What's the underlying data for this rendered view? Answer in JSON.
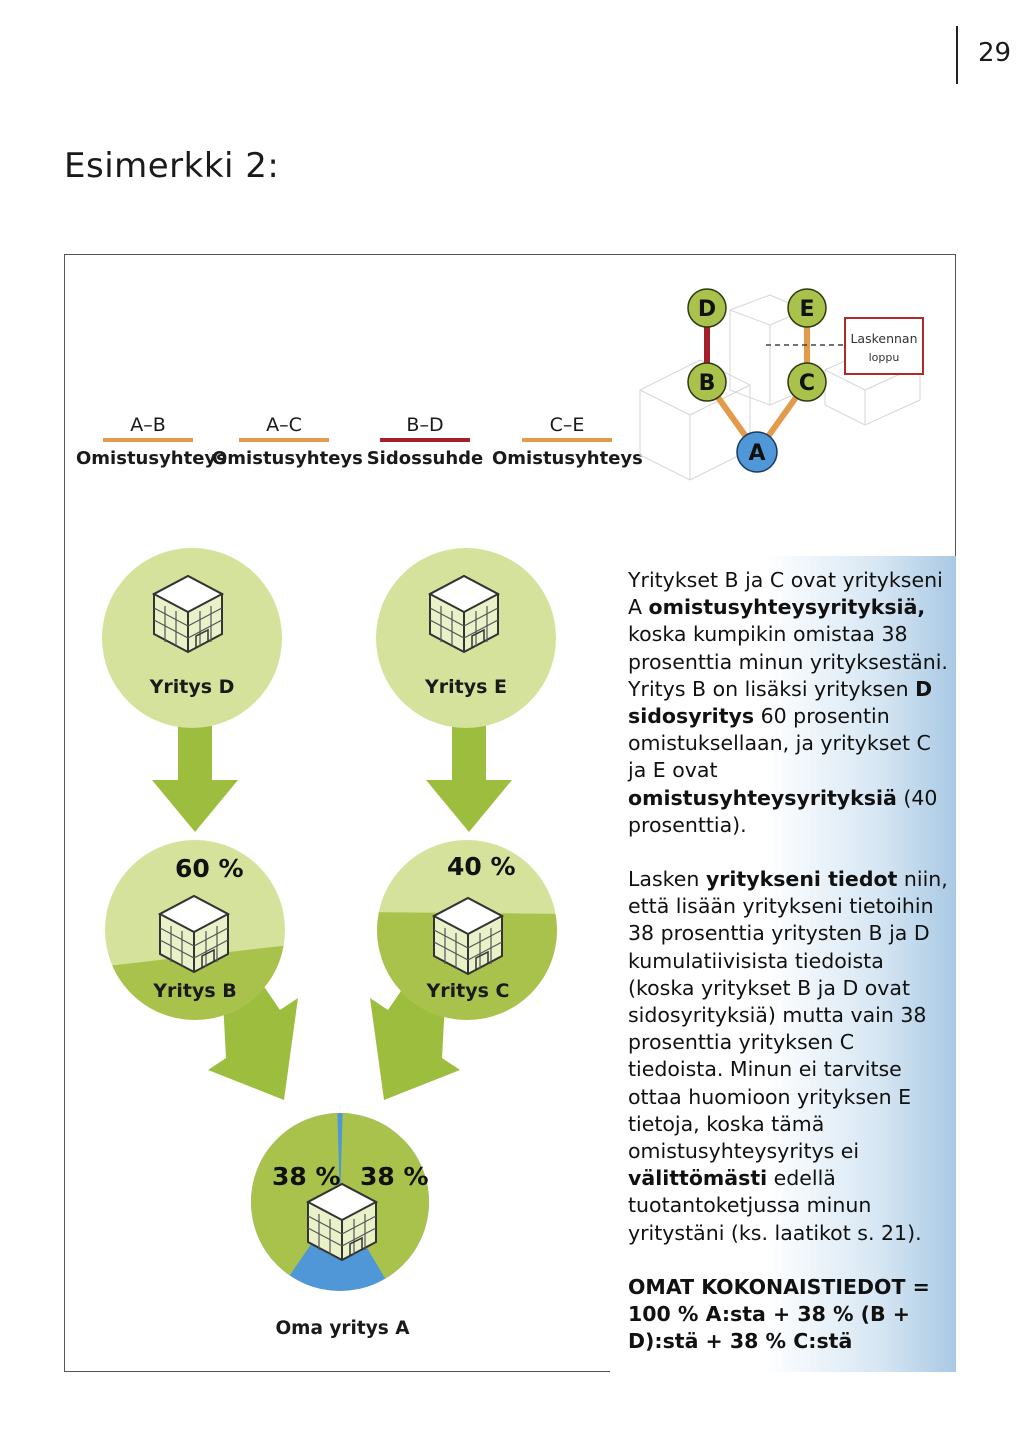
{
  "page_number": "29",
  "example_title": "Esimerkki 2:",
  "legend": [
    {
      "code": "A–B",
      "label": "Omistusyhteys",
      "color": "#e39a4a"
    },
    {
      "code": "A–C",
      "label": "Omistusyhteys",
      "color": "#e39a4a"
    },
    {
      "code": "B–D",
      "label": "Sidossuhde",
      "color": "#a3202a"
    },
    {
      "code": "C–E",
      "label": "Omistusyhteys",
      "color": "#e39a4a"
    }
  ],
  "network": {
    "nodes": {
      "d": "D",
      "e": "E",
      "b": "B",
      "c": "C",
      "a": "A"
    },
    "end_box": {
      "line1": "Laskennan",
      "line2": "loppu"
    }
  },
  "companies": {
    "d": "Yritys D",
    "e": "Yritys E",
    "b": "Yritys B",
    "c": "Yritys C",
    "a": "Oma yritys A"
  },
  "percentages": {
    "b_share": "60 %",
    "c_share": "40 %",
    "a_left": "38 %",
    "a_right": "38 %"
  },
  "text": {
    "p1": [
      {
        "t": "Yritykset B ja C ovat yritykseni A "
      },
      {
        "t": "omistusyhteysyrityksiä,",
        "b": true
      },
      {
        "t": " koska kumpikin omistaa 38 prosenttia minun yrityksestäni. Yritys B on lisäksi yrityksen "
      },
      {
        "t": "D sidosyritys",
        "b": true
      },
      {
        "t": " 60 prosentin omistuksellaan, ja yritykset C ja E ovat "
      },
      {
        "t": "omistusyhteysyrityksiä",
        "b": true
      },
      {
        "t": " (40 prosenttia)."
      }
    ],
    "p2": [
      {
        "t": "Lasken "
      },
      {
        "t": "yritykseni tiedot",
        "b": true
      },
      {
        "t": " niin, että lisään yritykseni tietoihin 38 prosenttia yritysten B ja D kumulatiivisista tiedoista (koska yritykset B ja D ovat sidosyrityksiä) mutta vain 38 prosenttia yrityksen C tiedoista. Minun ei tarvitse ottaa huomioon yrityksen E tietoja, koska tämä omistusyhteysyritys ei "
      },
      {
        "t": "välittömästi",
        "b": true
      },
      {
        "t": " edellä tuotantoketjussa minun yritystäni (ks. laatikot s. 21)."
      }
    ],
    "p3": "OMAT KOKONAISTIEDOT = 100 % A:sta + 38 % (B + D):stä + 38 % C:stä"
  },
  "colors": {
    "light_green": "#d4e29b",
    "mid_green": "#a8c24c",
    "arrow_green": "#9dbd3f",
    "blue": "#4f97d6",
    "ownership_orange": "#e39a4a",
    "link_red": "#a3202a"
  }
}
